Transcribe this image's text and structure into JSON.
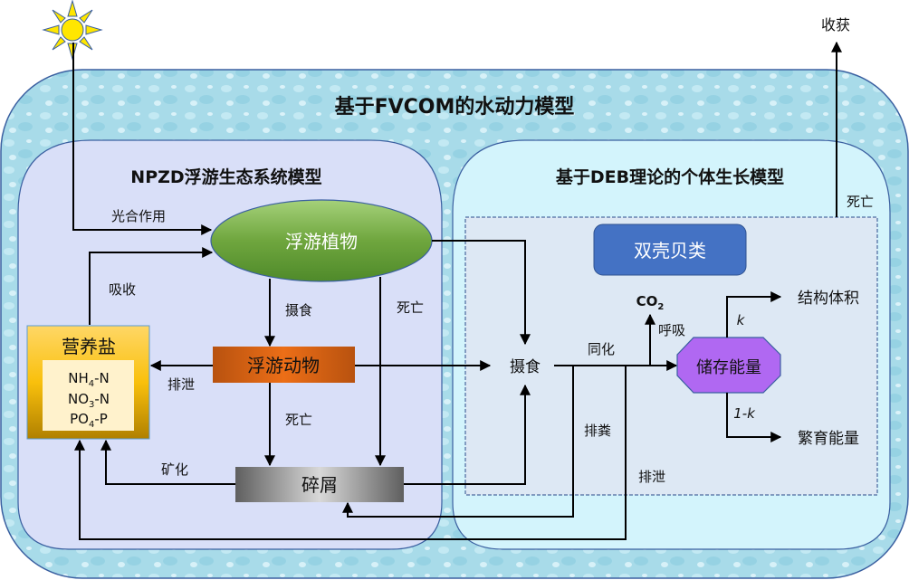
{
  "colors": {
    "water_outer": "#a9dcea",
    "npzd_panel": "#d9dff8",
    "deb_panel": "#d3f4fc",
    "dashed_region": "#dde8f4",
    "phytoplankton": "#6fa63e",
    "zooplankton": "#d9601a",
    "nutrients": "#f5c02c",
    "detritus": "#9a9a9a",
    "bivalve": "#4472c4",
    "reserve": "#b068f2"
  },
  "labels": {
    "harvest": "收获",
    "hydro_model": "基于FVCOM的水动力模型",
    "npzd_model": "NPZD浮游生态系统模型",
    "deb_model": "基于DEB理论的个体生长模型",
    "photosynthesis": "光合作用",
    "absorption": "吸收",
    "grazing": "摄食",
    "death_zoo": "死亡",
    "death_phyto": "死亡",
    "death_bivalve": "死亡",
    "excretion_zoo": "排泄",
    "mineralization": "矿化",
    "feeding": "摄食",
    "assimilation": "同化",
    "respiration": "呼吸",
    "co2": "CO",
    "co2_sub": "2",
    "defecation": "排粪",
    "excretion_bivalve": "排泄",
    "k": "k",
    "one_minus_k": "1-k",
    "structure": "结构体积",
    "reproduction": "繁育能量"
  },
  "nodes": {
    "phytoplankton": "浮游植物",
    "zooplankton": "浮游动物",
    "nutrients": "营养盐",
    "nutrient_list": [
      {
        "main": "NH",
        "sub": "4",
        "tail": "-N"
      },
      {
        "main": "NO",
        "sub": "3",
        "tail": "-N"
      },
      {
        "main": "PO",
        "sub": "4",
        "tail": "-P"
      }
    ],
    "detritus": "碎屑",
    "bivalve": "双壳贝类",
    "reserve": "储存能量"
  }
}
